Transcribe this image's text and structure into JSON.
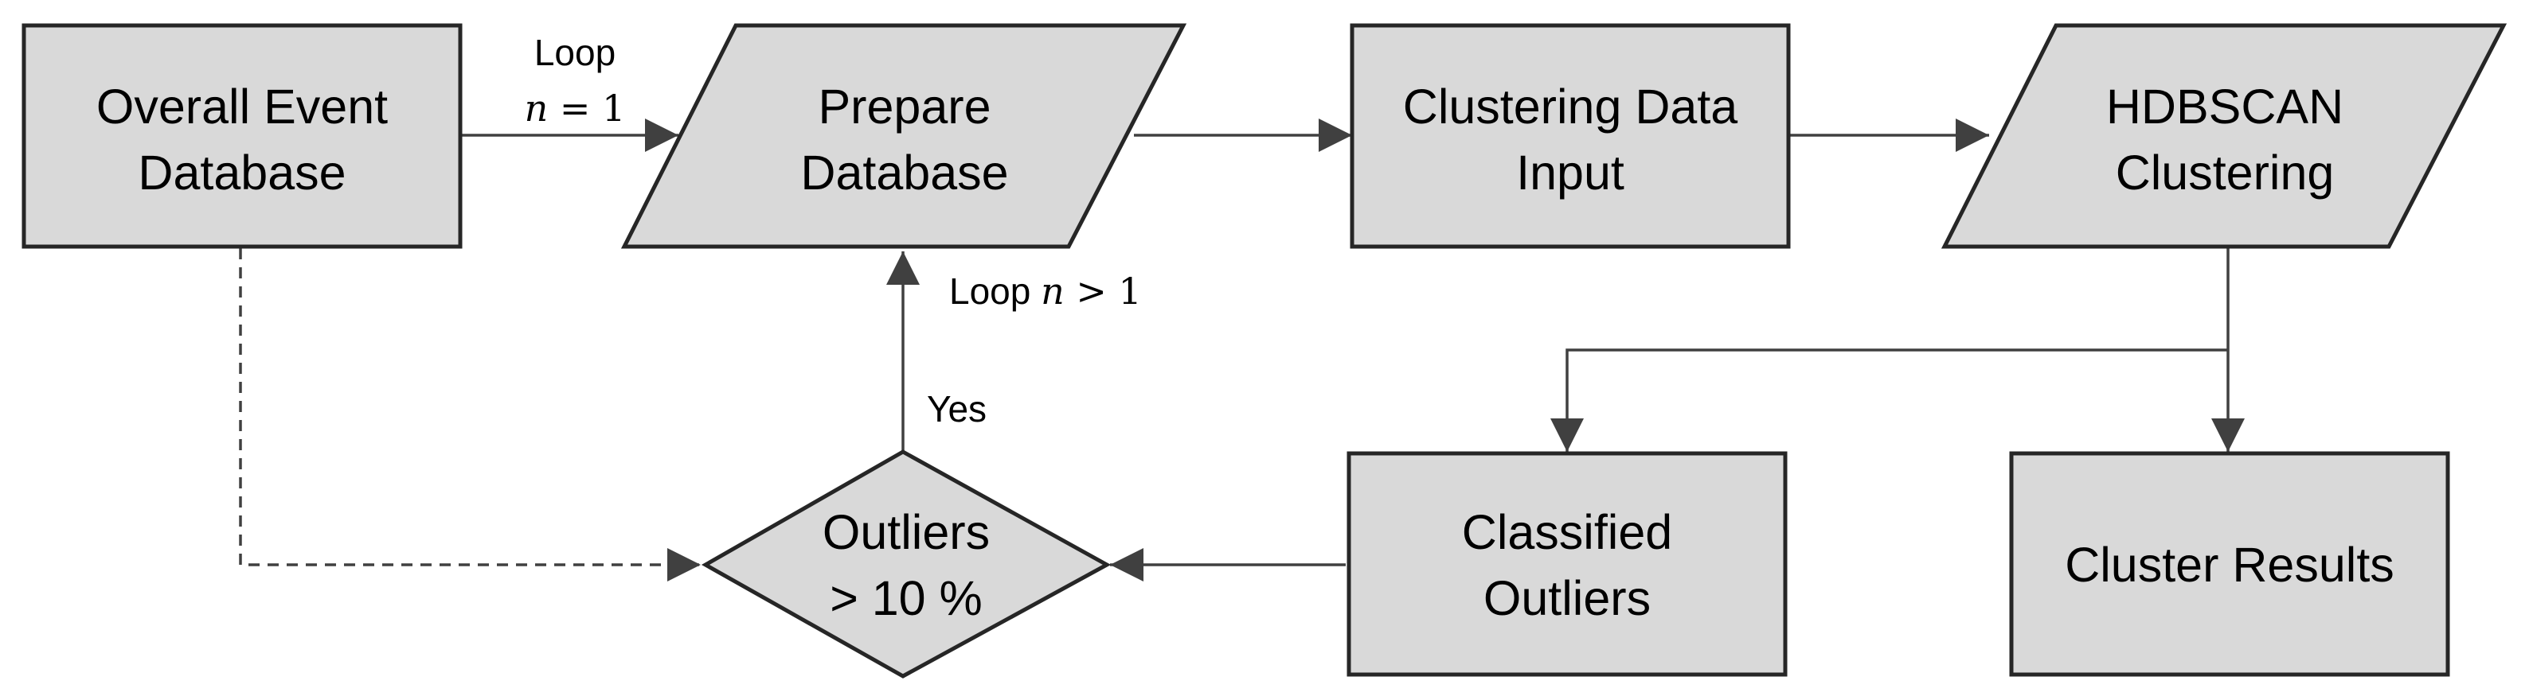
{
  "nodes": {
    "overall_event_database": {
      "lines": [
        "Overall Event",
        "Database"
      ],
      "shape": "rectangle"
    },
    "prepare_database": {
      "lines": [
        "Prepare",
        "Database"
      ],
      "shape": "parallelogram"
    },
    "clustering_data_input": {
      "lines": [
        "Clustering Data",
        "Input"
      ],
      "shape": "rectangle"
    },
    "hdbscan_clustering": {
      "lines": [
        "HDBSCAN",
        "Clustering"
      ],
      "shape": "parallelogram"
    },
    "cluster_results": {
      "lines": [
        "Cluster Results"
      ],
      "shape": "rectangle"
    },
    "classified_outliers": {
      "lines": [
        "Classified",
        "Outliers"
      ],
      "shape": "rectangle"
    },
    "outliers_decision": {
      "lines": [
        "Outliers",
        "> 10 %"
      ],
      "shape": "diamond"
    }
  },
  "edges": [
    {
      "from": "overall_event_database",
      "to": "prepare_database",
      "style": "solid",
      "label": {
        "text": "Loop",
        "math_var": "n",
        "math_rest": " = 1"
      }
    },
    {
      "from": "prepare_database",
      "to": "clustering_data_input",
      "style": "solid"
    },
    {
      "from": "clustering_data_input",
      "to": "hdbscan_clustering",
      "style": "solid"
    },
    {
      "from": "hdbscan_clustering",
      "to": "cluster_results",
      "style": "solid"
    },
    {
      "from": "hdbscan_clustering",
      "to": "classified_outliers",
      "style": "solid"
    },
    {
      "from": "classified_outliers",
      "to": "outliers_decision",
      "style": "solid"
    },
    {
      "from": "outliers_decision",
      "to": "prepare_database",
      "style": "solid",
      "label": {
        "text": "Yes"
      }
    },
    {
      "from": "overall_event_database",
      "to": "outliers_decision",
      "style": "dashed"
    }
  ],
  "labels": {
    "loop_first": {
      "word": "Loop",
      "var": "n",
      "rest": " = 1"
    },
    "loop_repeat": {
      "word": "Loop ",
      "var": "n",
      "rest": " > 1"
    },
    "yes": "Yes"
  },
  "colors": {
    "node_fill": "#d9d9d9",
    "node_stroke": "#262626",
    "edge": "#404040"
  }
}
